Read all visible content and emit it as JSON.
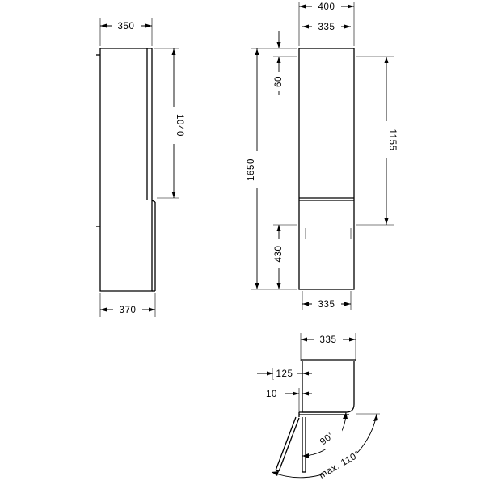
{
  "side_view": {
    "width_top": "350",
    "width_bottom": "370",
    "upper_height": "1040"
  },
  "front_view": {
    "outer_width": "400",
    "door_width_top": "335",
    "door_width_bottom": "335",
    "top_offset": "60",
    "total_height": "1650",
    "upper_door_height": "1155",
    "lower_door_height": "430"
  },
  "plan_view": {
    "width": "335",
    "door_offset": "125",
    "door_gap": "10",
    "opening_angle": "90°",
    "max_opening_angle": "max. 110°"
  }
}
